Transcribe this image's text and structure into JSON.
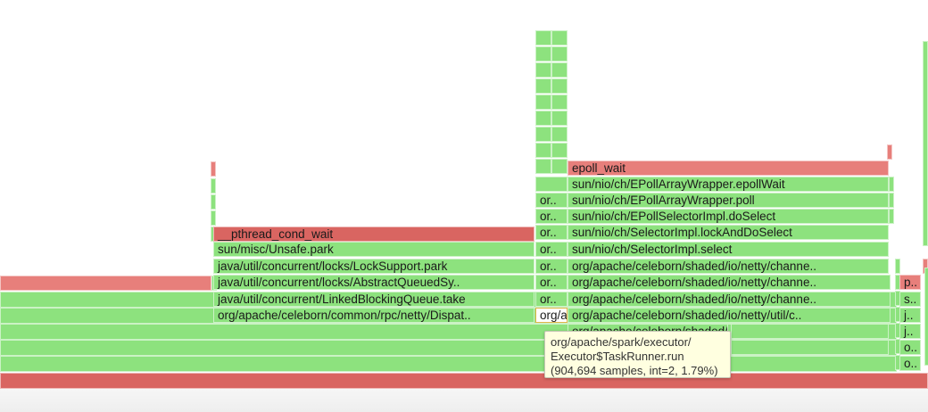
{
  "frames": [
    {
      "label": "epoll_wait",
      "color": "r"
    },
    {
      "label": "sun/nio/ch/EPollArrayWrapper.epollWait",
      "color": "g"
    },
    {
      "label": "sun/nio/ch/EPollArrayWrapper.poll",
      "color": "g"
    },
    {
      "label": "sun/nio/ch/EPollSelectorImpl.doSelect",
      "color": "g"
    },
    {
      "label": "sun/nio/ch/SelectorImpl.lockAndDoSelect",
      "color": "g"
    },
    {
      "label": "sun/nio/ch/SelectorImpl.select",
      "color": "g"
    },
    {
      "label": "org/apache/celeborn/shaded/io/netty/channe..",
      "color": "g"
    },
    {
      "label": "org/apache/celeborn/shaded/io/netty/channe..",
      "color": "g"
    },
    {
      "label": "org/apache/celeborn/shaded/io/netty/channe..",
      "color": "g"
    },
    {
      "label": "org/apache/celeborn/shaded/io/netty/util/c..",
      "color": "g"
    },
    {
      "label": "org/apache/celeborn/shaded/io/netty/util/i..",
      "color": "g"
    },
    {
      "label": "org/apache/celeborn/shaded/io/netty/util/c..",
      "color": "g"
    },
    {
      "label": "__pthread_cond_wait",
      "color": "rd"
    },
    {
      "label": "sun/misc/Unsafe.park",
      "color": "g"
    },
    {
      "label": "java/util/concurrent/locks/LockSupport.park",
      "color": "g"
    },
    {
      "label": "java/util/concurrent/locks/AbstractQueuedSy..",
      "color": "g"
    },
    {
      "label": "java/util/concurrent/LinkedBlockingQueue.take",
      "color": "g"
    },
    {
      "label": "org/apache/celeborn/common/rpc/netty/Dispat..",
      "color": "g"
    },
    {
      "label": "or..",
      "color": "g"
    },
    {
      "label": "or..",
      "color": "g"
    },
    {
      "label": "or..",
      "color": "g"
    },
    {
      "label": "or..",
      "color": "g"
    },
    {
      "label": "or..",
      "color": "g"
    },
    {
      "label": "or..",
      "color": "g"
    },
    {
      "label": "or..",
      "color": "g"
    },
    {
      "label": "org/apache/spark/executor/Executor$TaskRunner.run",
      "color": "hl"
    },
    {
      "label": "p..",
      "color": "r"
    },
    {
      "label": "s..",
      "color": "g"
    },
    {
      "label": "j..",
      "color": "g"
    },
    {
      "label": "j..",
      "color": "g"
    },
    {
      "label": "o..",
      "color": "g"
    },
    {
      "label": "o..",
      "color": "g"
    }
  ],
  "tooltip": {
    "line1": "org/apache/spark/executor/",
    "line2": "Executor$TaskRunner.run",
    "line3": "(904,694 samples, int=2, 1.79%)"
  }
}
